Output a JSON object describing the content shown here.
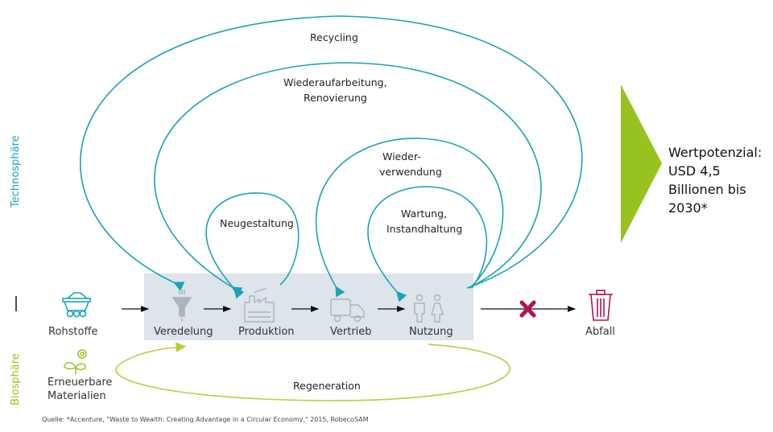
{
  "colors": {
    "teal": "#1aa3b4",
    "green": "#98c21f",
    "lime": "#b9cd3a",
    "magenta": "#b0125b",
    "box": "#dde4ea",
    "grey_icon": "#a9b4bd"
  },
  "spheres": {
    "techno": "Technosphäre",
    "bio": "Biosphäre"
  },
  "loops": {
    "recycling": "Recycling",
    "remanufacturing": [
      "Wiederaufarbeitung,",
      "Renovierung"
    ],
    "reuse": [
      "Wieder-",
      "verwendung"
    ],
    "redesign": "Neugestaltung",
    "maintenance": [
      "Wartung,",
      "Instandhaltung"
    ],
    "regeneration": "Regeneration"
  },
  "inputs": {
    "raw": "Rohstoffe",
    "renewable": [
      "Erneuerbare",
      "Materialien"
    ]
  },
  "stages": [
    "Veredelung",
    "Produktion",
    "Vertrieb",
    "Nutzung"
  ],
  "waste": "Abfall",
  "value": [
    "Wertpotenzial:",
    "USD 4,5",
    "Billionen bis",
    "2030*"
  ],
  "source": "Quelle: *Accenture, \"Waste to Wealth: Creating Advantage in a Circular Economy,\" 2015, RobecoSAM",
  "icons": [
    "mine-cart-icon",
    "sprout-gear-icon",
    "funnel-icon",
    "factory-icon",
    "truck-icon",
    "people-icon",
    "trash-icon",
    "cross-icon",
    "arrow-chevron-icon"
  ]
}
